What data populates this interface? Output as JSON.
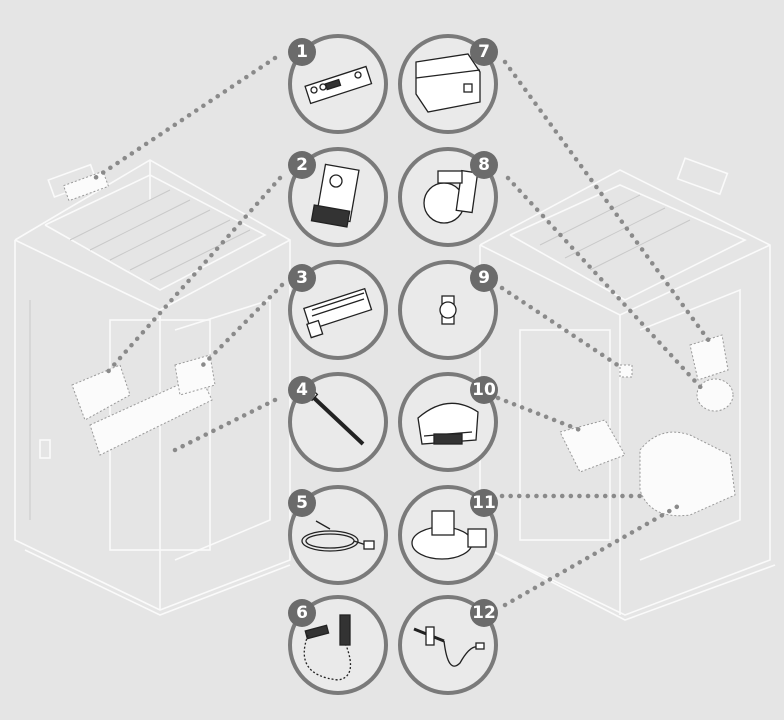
{
  "diagram": {
    "colors": {
      "background": "#e5e5e5",
      "ring": "#7a7a7a",
      "badge": "#6b6b6b",
      "leader": "#8a8a8a"
    },
    "callouts": [
      {
        "number": "1",
        "part": "control-panel"
      },
      {
        "number": "2",
        "part": "auger-motor"
      },
      {
        "number": "3",
        "part": "igniter-heater"
      },
      {
        "number": "4",
        "part": "temperature-probe"
      },
      {
        "number": "5",
        "part": "sensor-cable"
      },
      {
        "number": "6",
        "part": "ribbon-cable"
      },
      {
        "number": "7",
        "part": "control-board"
      },
      {
        "number": "8",
        "part": "pressure-switch"
      },
      {
        "number": "9",
        "part": "thermostat"
      },
      {
        "number": "10",
        "part": "convection-fan"
      },
      {
        "number": "11",
        "part": "exhaust-fan"
      },
      {
        "number": "12",
        "part": "igniter"
      }
    ]
  }
}
